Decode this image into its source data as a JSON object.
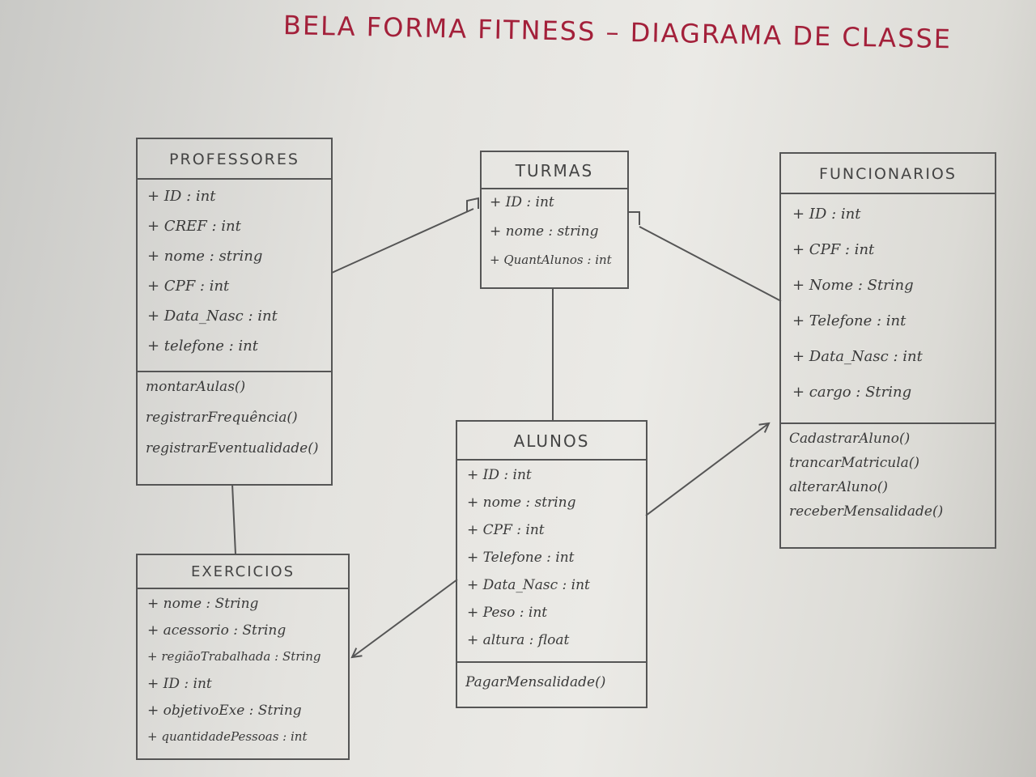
{
  "title": "BELA FORMA FITNESS – DIAGRAMA DE CLASSE",
  "colors": {
    "title": "#a3203a",
    "ink": "#3a3a3a",
    "line": "#555555"
  },
  "classes": {
    "professores": {
      "name": "PROFESSORES",
      "attributes": [
        "+ ID : int",
        "+ CREF : int",
        "+ nome : string",
        "+ CPF : int",
        "+ Data_Nasc : int",
        "+ telefone : int"
      ],
      "operations": [
        "montarAulas()",
        "registrarFrequência()",
        "registrarEventualidade()"
      ]
    },
    "turmas": {
      "name": "TURMAS",
      "attributes": [
        "+ ID : int",
        "+ nome : string",
        "+ QuantAlunos : int"
      ],
      "operations": []
    },
    "funcionarios": {
      "name": "FUNCIONARIOS",
      "attributes": [
        "+ ID : int",
        "+ CPF : int",
        "+ Nome : String",
        "+ Telefone : int",
        "+ Data_Nasc : int",
        "+ cargo : String"
      ],
      "operations": [
        "CadastrarAluno()",
        "trancarMatricula()",
        "alterarAluno()",
        "receberMensalidade()"
      ]
    },
    "alunos": {
      "name": "ALUNOS",
      "attributes": [
        "+ ID : int",
        "+ nome : string",
        "+ CPF : int",
        "+ Telefone : int",
        "+ Data_Nasc : int",
        "+ Peso : int",
        "+ altura : float"
      ],
      "operations": [
        "PagarMensalidade()"
      ]
    },
    "exercicios": {
      "name": "EXERCICIOS",
      "attributes": [
        "+ nome : String",
        "+ acessorio : String",
        "+ regiãoTrabalhada : String",
        "+ ID : int",
        "+ objetivoExe : String",
        "+ quantidadePessoas : int"
      ],
      "operations": []
    }
  }
}
